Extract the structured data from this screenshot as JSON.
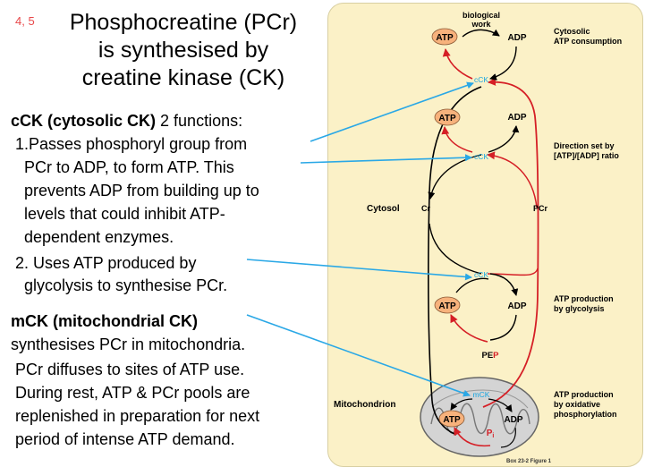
{
  "slide": {
    "number": "4, 5",
    "title_lines": [
      "Phosphocreatine (PCr)",
      "is synthesised by",
      "creatine kinase (CK)"
    ]
  },
  "cck": {
    "heading": "cCK (cytosolic CK)",
    "heading_rest": " 2 functions:",
    "point1_lines": [
      "1.Passes phosphoryl group from",
      "PCr to ADP, to form ATP.  This",
      "prevents ADP from building up to",
      "levels that could inhibit ATP-",
      "dependent enzymes."
    ],
    "point2_lines": [
      "2. Uses ATP produced by",
      "glycolysis to synthesise PCr."
    ]
  },
  "mck": {
    "heading": "mCK (mitochondrial CK)",
    "lines": [
      "synthesises PCr in mitochondria.",
      "PCr diffuses to sites of ATP use.",
      "During rest, ATP & PCr pools are",
      "replenished in preparation for next",
      "period of intense ATP demand."
    ]
  },
  "diagram": {
    "work_line1": "biological",
    "work_line2": "work",
    "atp": "ATP",
    "adp": "ADP",
    "cck": "cCK",
    "mck": "mCK",
    "cr": "Cr",
    "pcr": "PCr",
    "pep_prefix": "PE",
    "pep_suffix": "P",
    "pi": "P",
    "pi_sub": "i",
    "cytosol": "Cytosol",
    "mitochondrion": "Mitochondrion",
    "cytosolic_line1": "Cytosolic",
    "cytosolic_line2": "ATP consumption",
    "direction_line1": "Direction set by",
    "direction_line2": "[ATP]/[ADP] ratio",
    "glycolysis_line1": "ATP production",
    "glycolysis_line2": "by glycolysis",
    "oxphos_line1": "ATP production",
    "oxphos_line2": "by oxidative",
    "oxphos_line3": "phosphorylation",
    "figure_caption": "Box 23-2 Figure 1"
  },
  "colors": {
    "slide_number": "#e8484a",
    "panel_bg": "#fbf1c7",
    "atp_fill": "#f7b27c",
    "red_arrow": "#d51f26",
    "ck_blue": "#1aa6e0",
    "pointer_line": "#2aa8e6",
    "mito_fill": "#d4d4d4"
  }
}
